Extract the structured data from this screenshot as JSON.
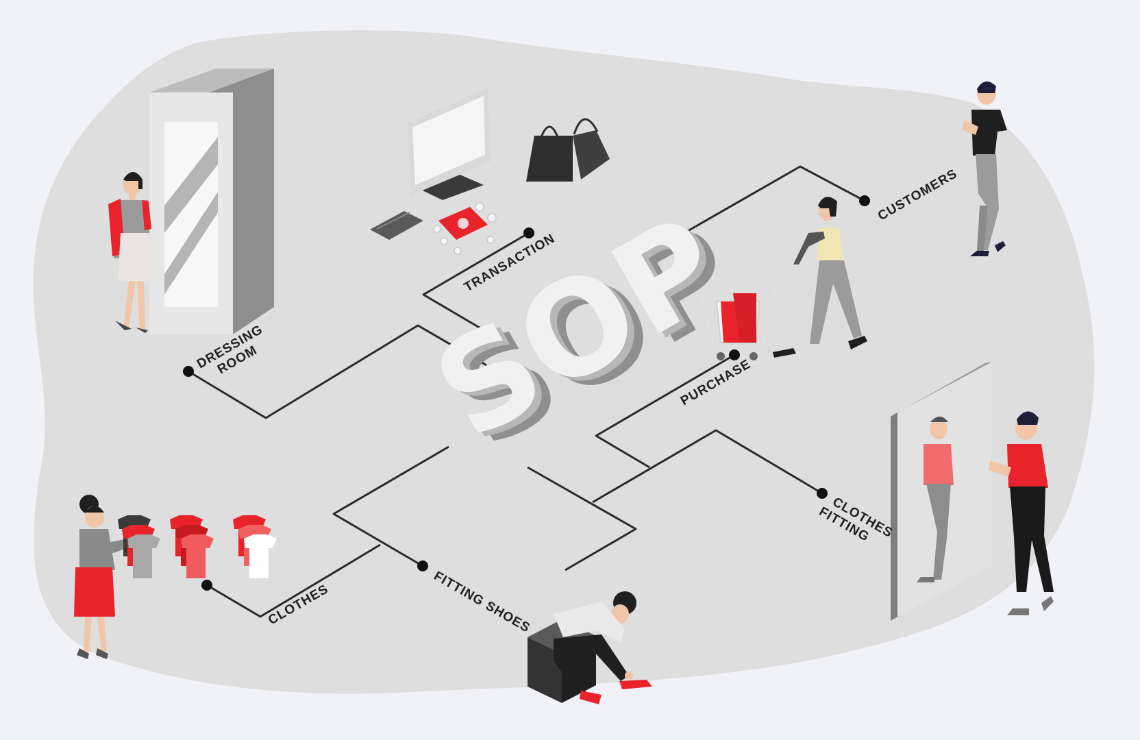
{
  "center_title": "SOP",
  "labels": {
    "dressing_room_1": "DRESSING",
    "dressing_room_2": "ROOM",
    "transaction": "TRANSACTION",
    "customers": "CUSTOMERS",
    "purchase": "PURCHASE",
    "clothes_fitting_1": "CLOTHES",
    "clothes_fitting_2": "FITTING",
    "fitting_shoes": "FITTING SHOES",
    "clothes": "CLOTHES"
  },
  "colors": {
    "background": "#f1f1f8",
    "blob": "#dedede",
    "connector": "#2b2b2b",
    "accent_red": "#e8232b",
    "dark": "#2e2e2e"
  }
}
